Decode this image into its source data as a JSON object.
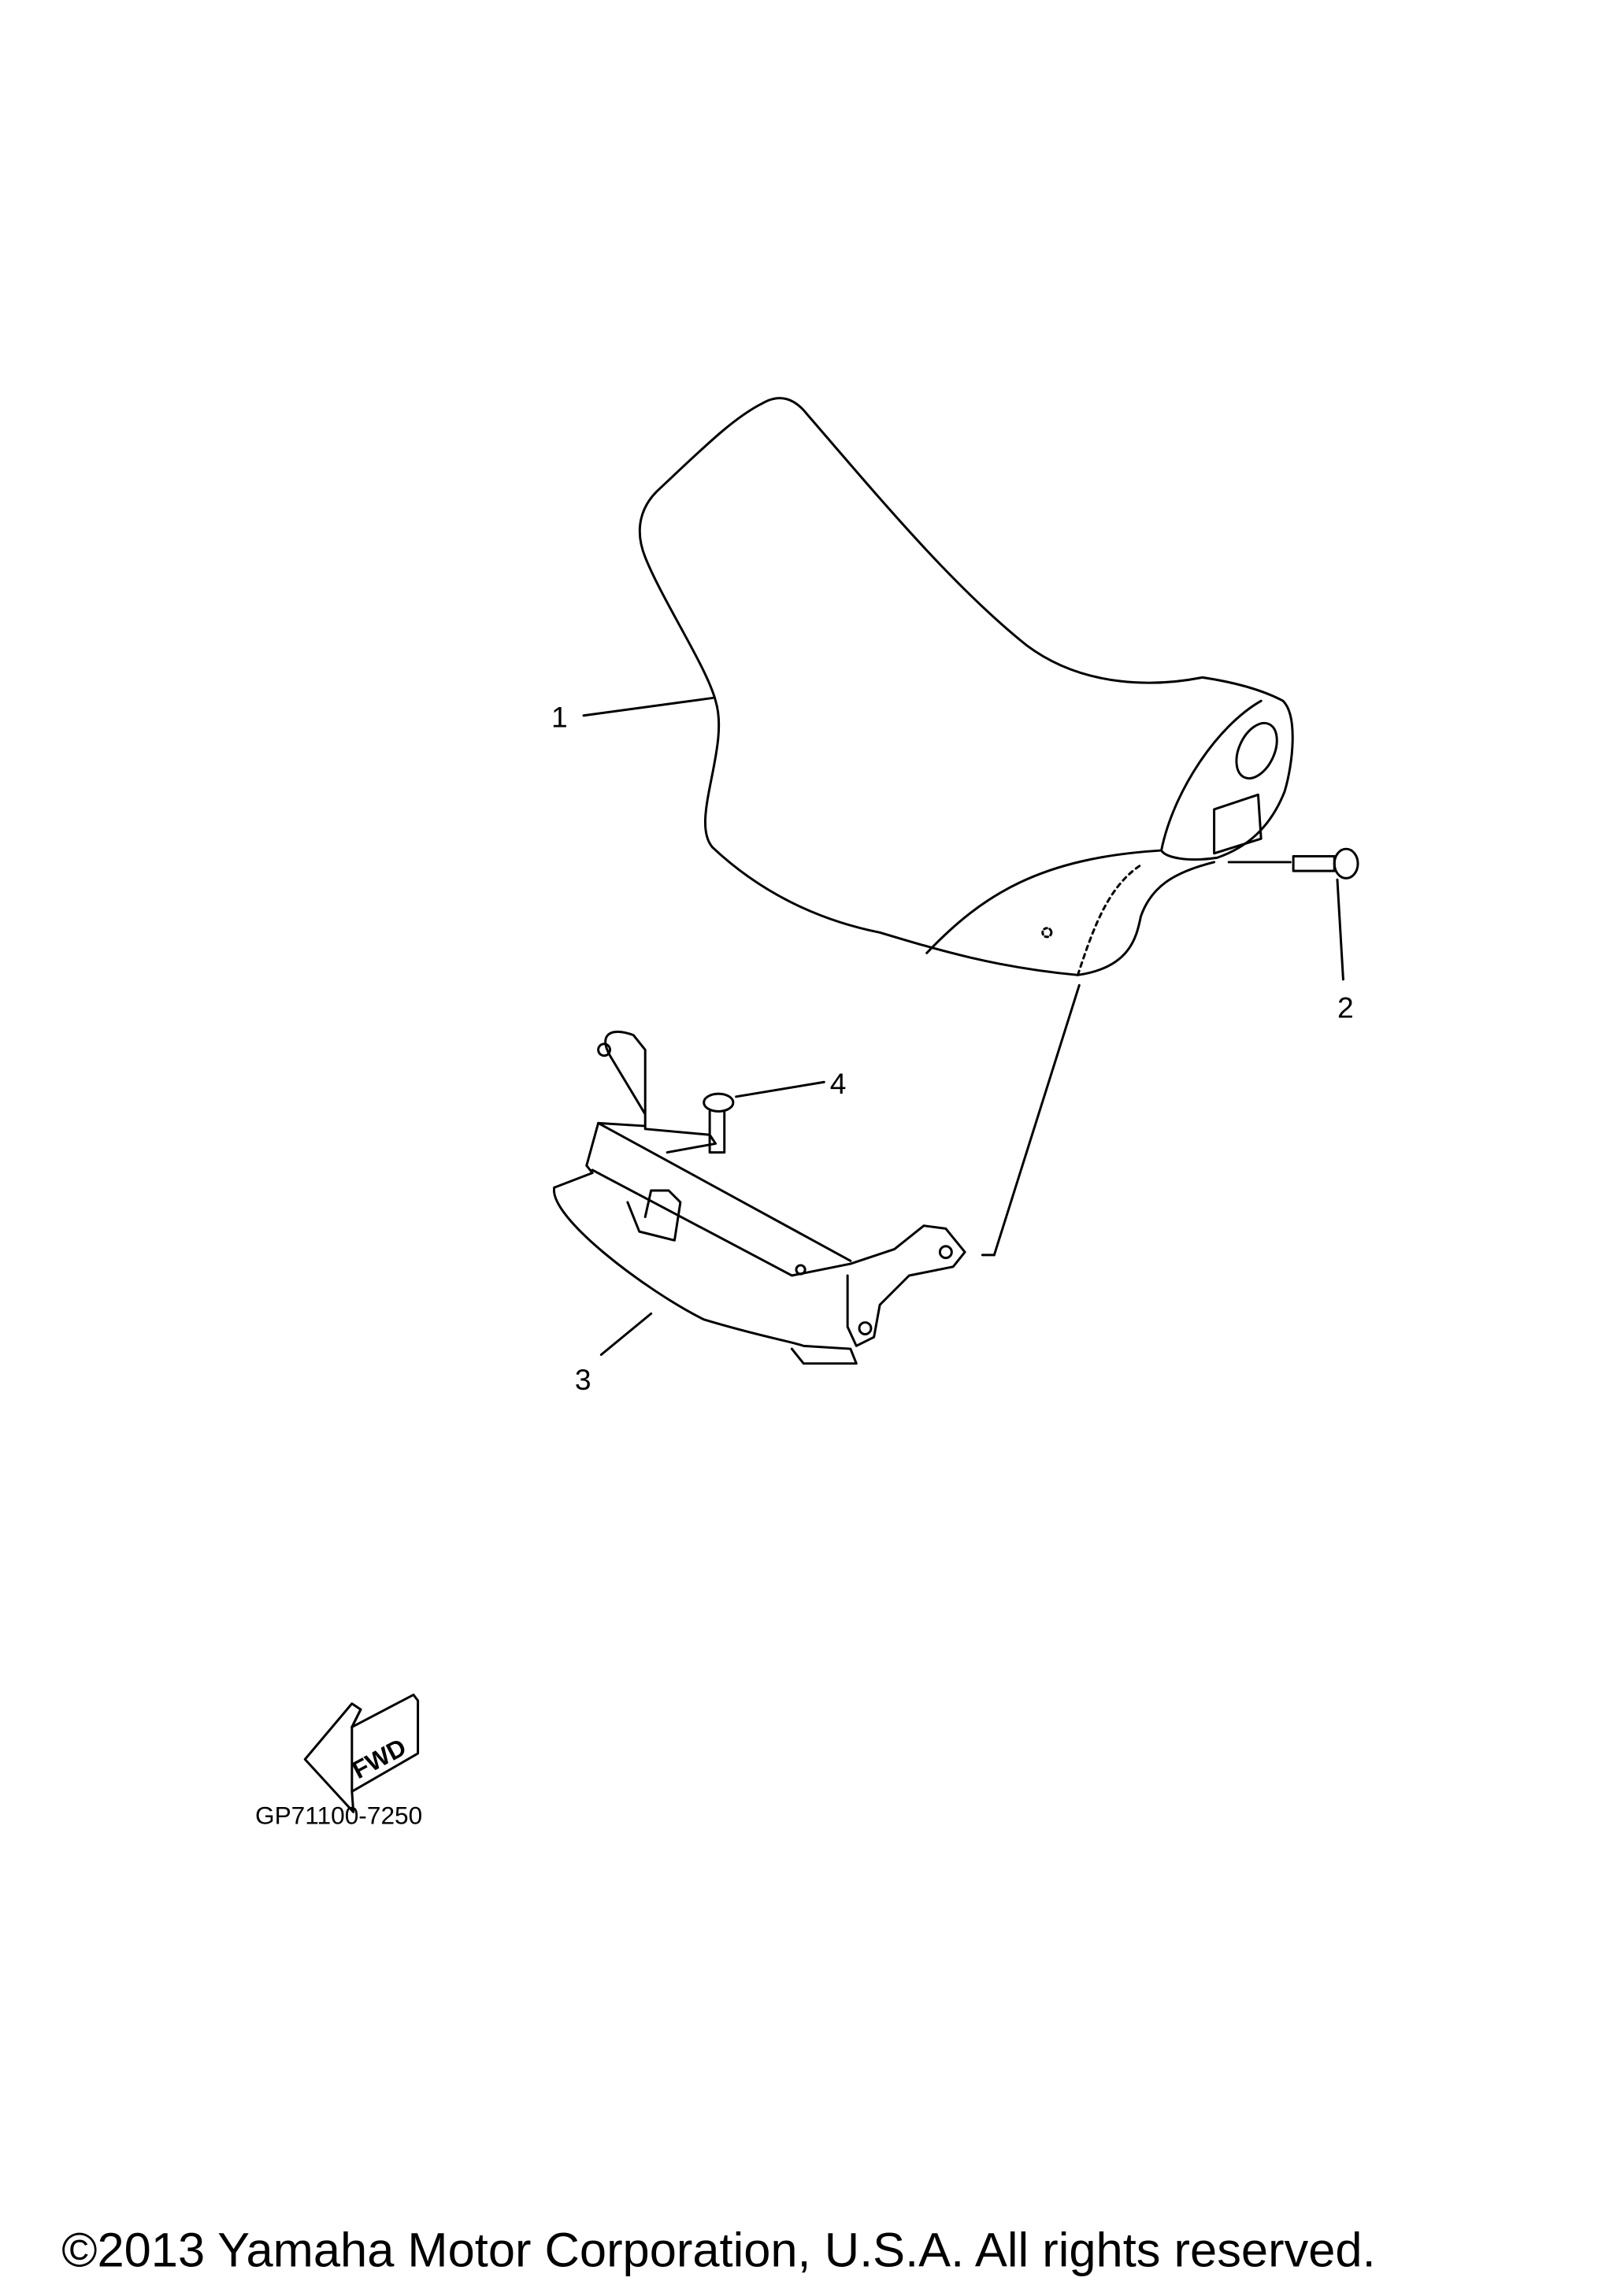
{
  "callouts": [
    {
      "number": "1",
      "part": "seat"
    },
    {
      "number": "2",
      "part": "bolt"
    },
    {
      "number": "3",
      "part": "bracket"
    },
    {
      "number": "4",
      "part": "bolt"
    }
  ],
  "fwd_label": "FWD",
  "diagram_code": "GP71100-7250",
  "copyright": "©2013 Yamaha Motor Corporation, U.S.A. All rights reserved."
}
